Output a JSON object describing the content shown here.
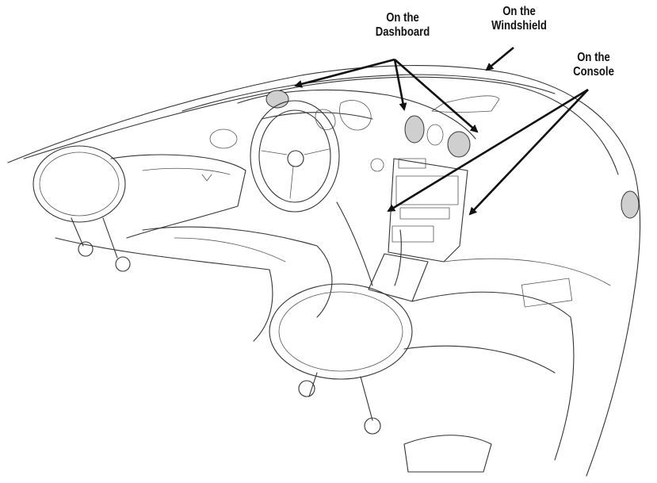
{
  "labels": {
    "dashboard": {
      "line1": "On the",
      "line2": "Dashboard"
    },
    "windshield": {
      "line1": "On the",
      "line2": "Windshield"
    },
    "console": {
      "line1": "On the",
      "line2": "Console"
    }
  },
  "colors": {
    "line": "#333333",
    "arrow": "#111111",
    "vent": "#cfcfcf",
    "background": "#ffffff"
  }
}
